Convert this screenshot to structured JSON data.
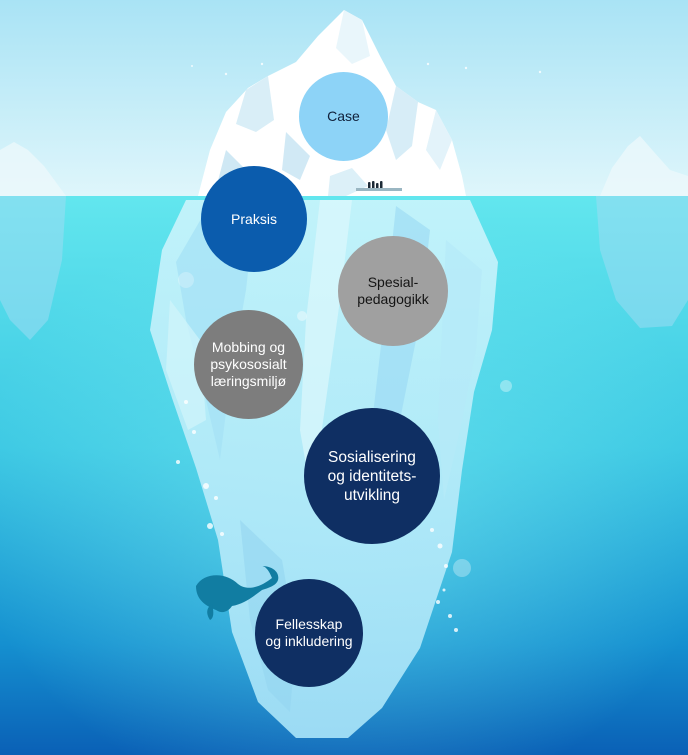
{
  "diagram": {
    "topics": [
      {
        "id": "case",
        "label": "Case",
        "color": "#8dd3f7"
      },
      {
        "id": "praksis",
        "label": "Praksis",
        "color": "#0b5cad"
      },
      {
        "id": "spesialpedagogikk",
        "label": "Spesial-\npedagogikk",
        "color": "#a0a0a0"
      },
      {
        "id": "mobbing",
        "label": "Mobbing og\npsykososialt\nlæringsmiljø",
        "color": "#7d7d7d"
      },
      {
        "id": "sosialisering",
        "label": "Sosialisering\nog identitets-\nutvikling",
        "color": "#0f2f63"
      },
      {
        "id": "fellesskap",
        "label": "Fellesskap\nog inkludering",
        "color": "#0f2f63"
      }
    ]
  },
  "scene": {
    "sky_color": "#c7edf8",
    "water_surface_color": "#5fe3ec",
    "deep_water_color": "#0a58b0",
    "ice_color": "#ffffff",
    "ice_underwater_color": "#bdeefb",
    "icons": [
      "iceberg-icon",
      "whale-icon",
      "penguins-icon"
    ]
  }
}
